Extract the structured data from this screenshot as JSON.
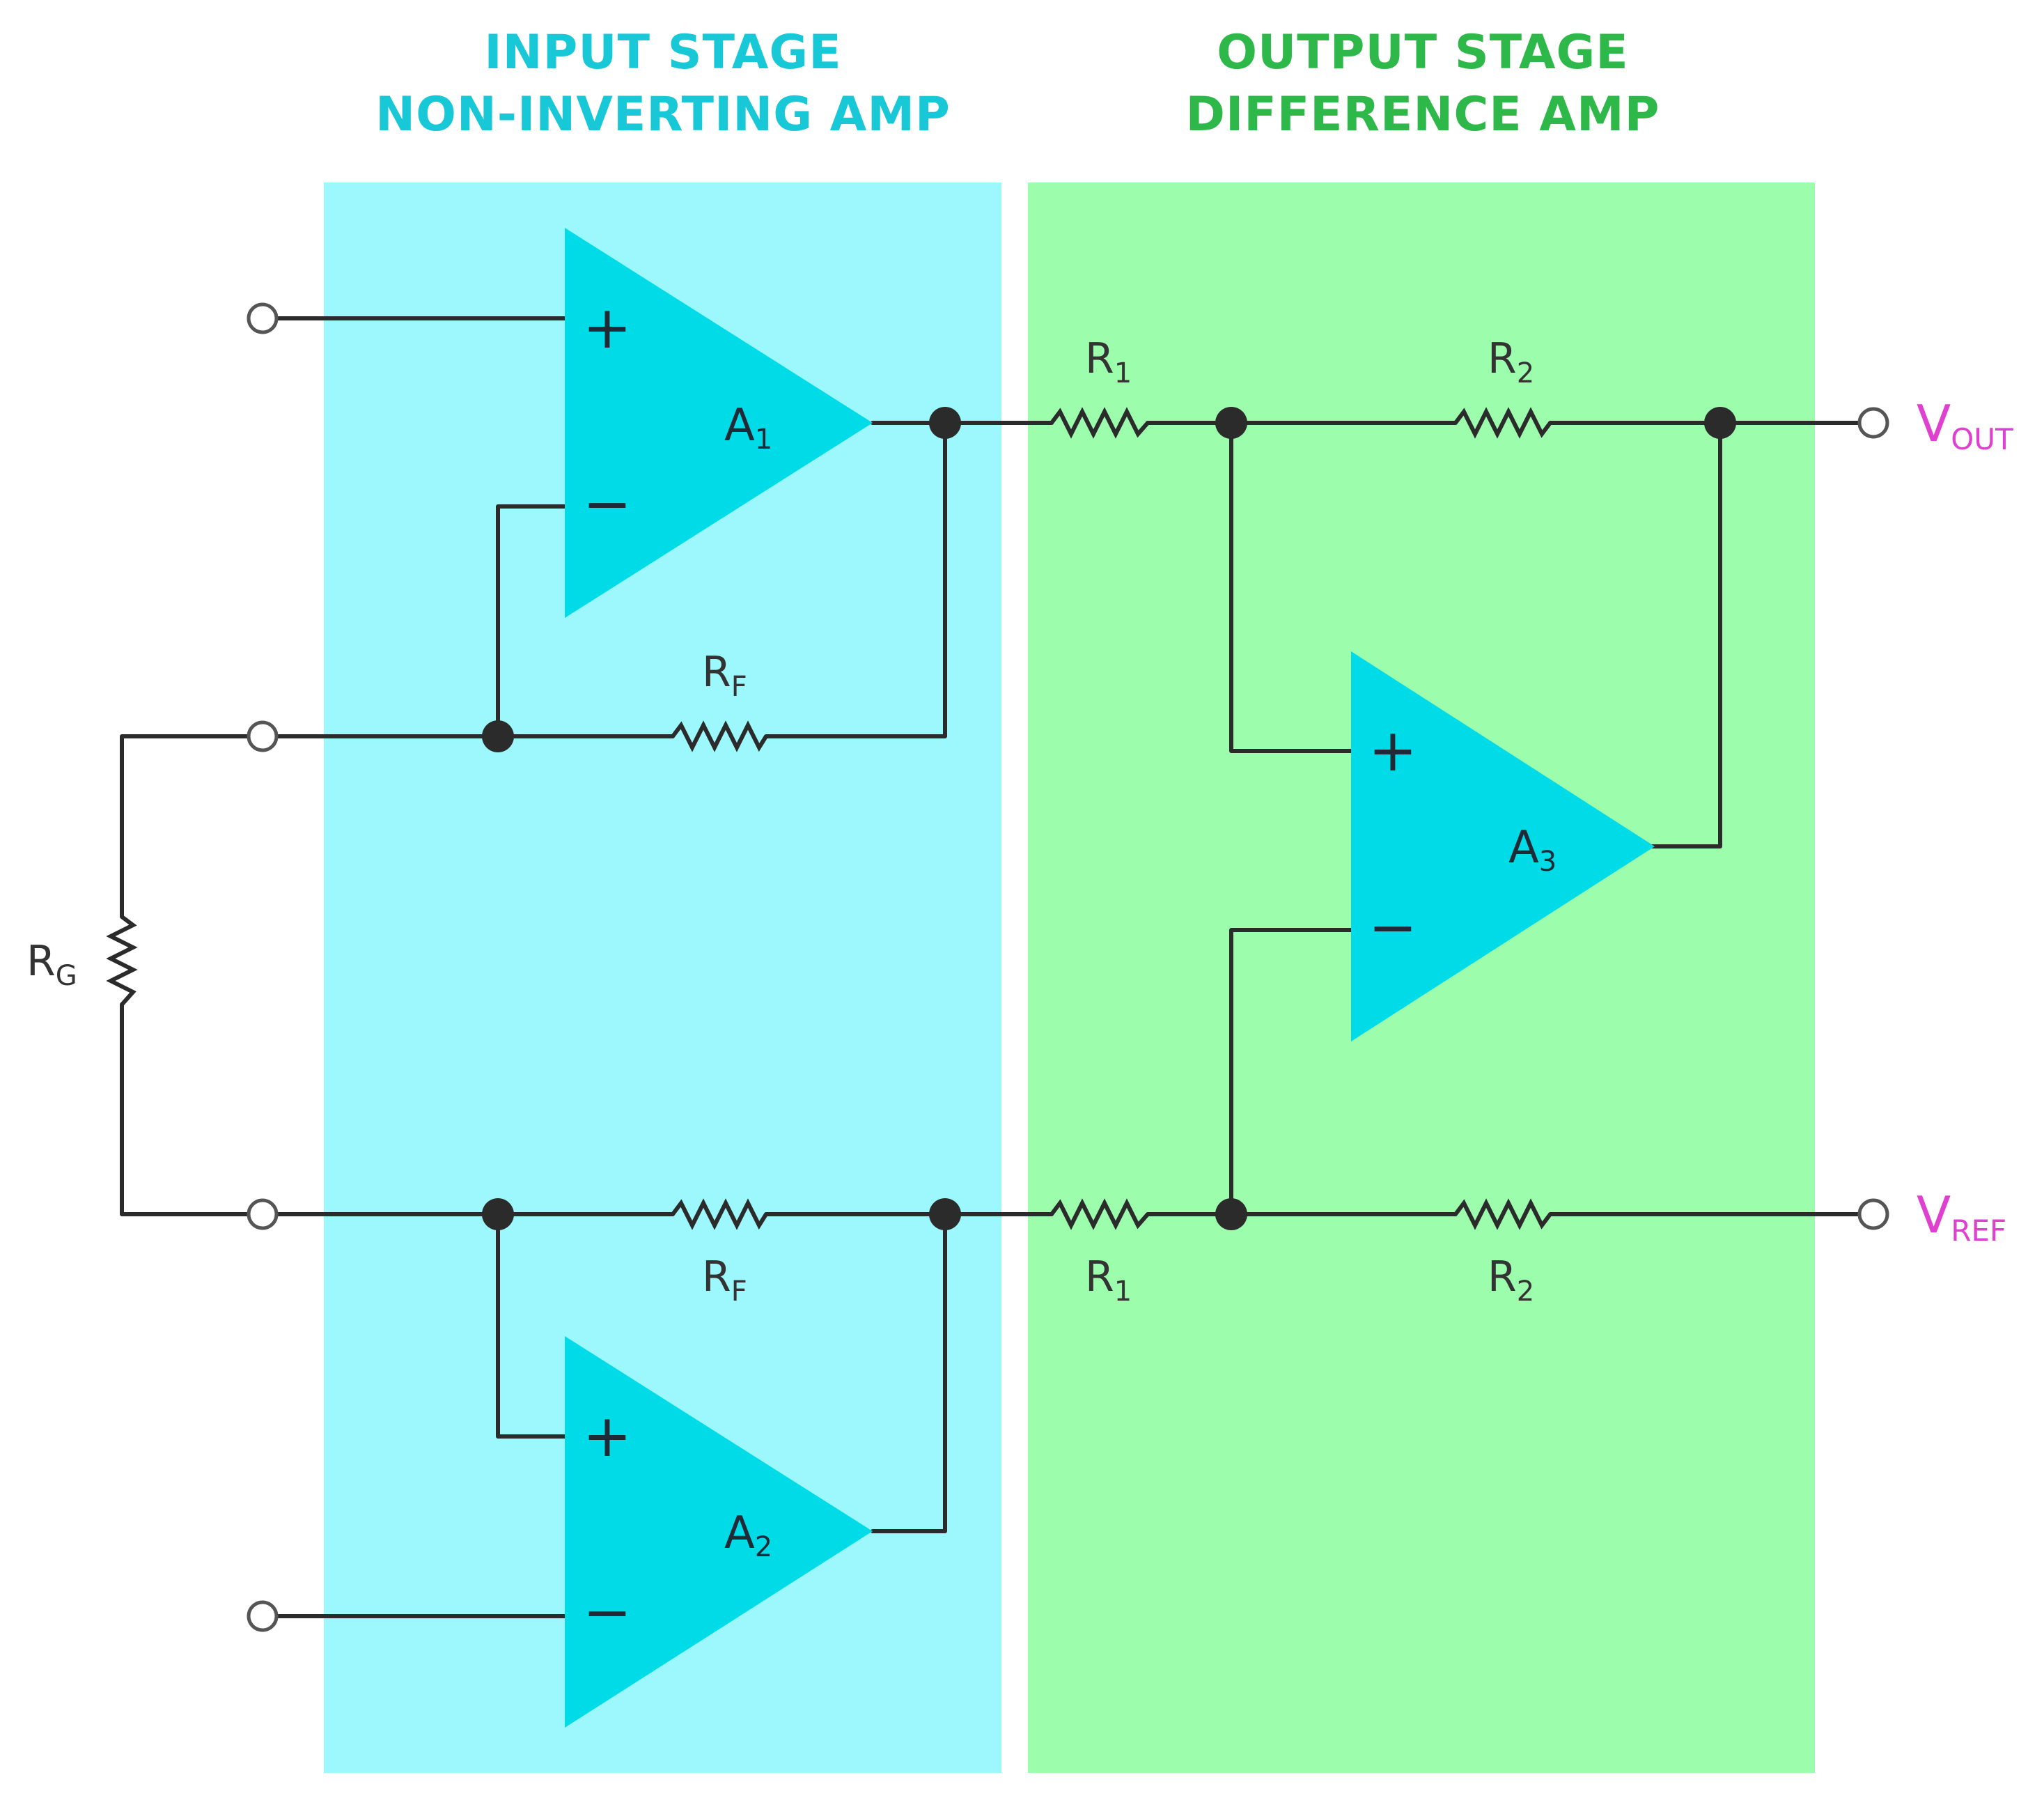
{
  "headings": {
    "input_line1": "INPUT STAGE",
    "input_line2": "NON-INVERTING AMP",
    "output_line1": "OUTPUT STAGE",
    "output_line2": "DIFFERENCE AMP"
  },
  "colors": {
    "input_heading": "#18c8d6",
    "output_heading": "#2fb84a",
    "input_panel": "#9cf8fc",
    "output_panel": "#9cfdac",
    "amplifier": "#00dbe8",
    "voltage_label": "#e040d0"
  },
  "amplifiers": {
    "a1": {
      "main": "A",
      "sub": "1",
      "plus": "+",
      "minus": "−"
    },
    "a2": {
      "main": "A",
      "sub": "2",
      "plus": "+",
      "minus": "−"
    },
    "a3": {
      "main": "A",
      "sub": "3",
      "plus": "+",
      "minus": "−"
    }
  },
  "resistors": {
    "rf_top": {
      "main": "R",
      "sub": "F"
    },
    "rf_bottom": {
      "main": "R",
      "sub": "F"
    },
    "rg": {
      "main": "R",
      "sub": "G"
    },
    "r1_top": {
      "main": "R",
      "sub": "1"
    },
    "r1_bottom": {
      "main": "R",
      "sub": "1"
    },
    "r2_top": {
      "main": "R",
      "sub": "2"
    },
    "r2_bottom": {
      "main": "R",
      "sub": "2"
    }
  },
  "outputs": {
    "vout": {
      "main": "V",
      "sub": "OUT"
    },
    "vref": {
      "main": "V",
      "sub": "REF"
    }
  }
}
